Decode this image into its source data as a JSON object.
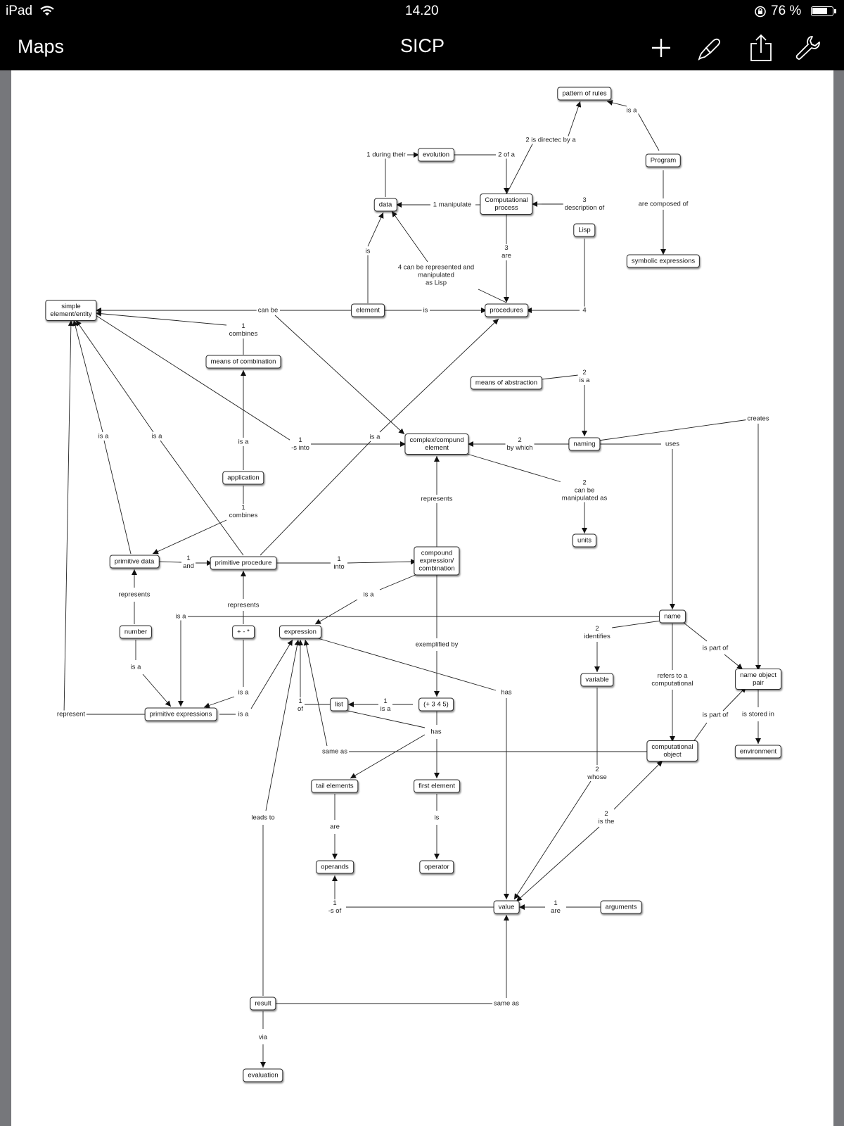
{
  "status_bar": {
    "device": "iPad",
    "time": "14.20",
    "battery_percent": "76 %",
    "battery_level": 0.76
  },
  "nav_bar": {
    "back_label": "Maps",
    "title": "SICP",
    "buttons": [
      "add-icon",
      "brush-icon",
      "share-icon",
      "wrench-icon"
    ]
  },
  "concept_map": {
    "nodes": {
      "pattern_of_rules": "pattern of rules",
      "program": "Program",
      "evolution": "evolution",
      "data": "data",
      "computational_process": "Computational\nprocess",
      "lisp": "Lisp",
      "symbolic_expressions": "symbolic expressions",
      "simple_element": "simple\nelement/entity",
      "element": "element",
      "procedures": "procedures",
      "means_of_combination": "means of combination",
      "means_of_abstraction": "means of abstraction",
      "complex_element": "complex/compund\nelement",
      "naming": "naming",
      "application": "application",
      "units": "units",
      "primitive_data": "primitive data",
      "primitive_procedure": "primitive procedure",
      "compound_expression": "compound\nexpression/\ncombination",
      "number": "number",
      "operators_symbol": "+ - *",
      "expression": "expression",
      "name": "name",
      "variable": "variable",
      "name_object_pair": "name object\npair",
      "primitive_expressions": "primitive expressions",
      "list": "list",
      "example_combination": "(+ 3 4 5)",
      "computational_object": "computational\nobject",
      "environment": "environment",
      "tail_elements": "tail elements",
      "first_element": "first element",
      "operands": "operands",
      "operator": "operator",
      "value": "value",
      "arguments": "arguments",
      "result": "result",
      "evaluation": "evaluation"
    },
    "edge_labels": {
      "is_a_pattern": "is a",
      "directed_by": "2 is directec by a",
      "during_their": "1 during their",
      "of_a": "2 of a",
      "are_composed_of": "are composed of",
      "manipulate": "1 manipulate",
      "description_of": "3\ndescription of",
      "is_data": "is",
      "are_3": "3\nare",
      "represented_as_lisp": "4 can be represented and\nmanipulated\nas Lisp",
      "can_be": "can be",
      "is_element": "is",
      "four": "4",
      "combines_1": "1\ncombines",
      "is_a_abstraction": "2\nis a",
      "is_a_left1": "is a",
      "is_a_left2": "is a",
      "is_a_application": "is a",
      "s_into": "1\n-s into",
      "is_a_procedure": "is a",
      "by_which": "2\nby which",
      "creates": "creates",
      "uses": "uses",
      "manipulated_as": "2\ncan be\nmanipulated as",
      "represents_compound": "represents",
      "combines_2": "1\ncombines",
      "and_1": "1\nand",
      "into_1": "1\ninto",
      "represents_number": "represents",
      "represents_ops": "represents",
      "is_a_expression": "is a",
      "is_a_name": "is a",
      "exemplified_by": "exemplified by",
      "identifies": "2\nidentifies",
      "is_part_of_1": "is part of",
      "refers_to": "refers to a\ncomputational",
      "is_a_number": "is a",
      "is_a_ops": "is a",
      "is_a_primexpr": "is a",
      "represent": "represent",
      "has_value": "has",
      "of_1": "1\nof",
      "is_a_list": "1\nis a",
      "has_list": "has",
      "is_part_of_2": "is part of",
      "is_stored_in": "is stored in",
      "same_as_1": "same as",
      "whose": "2\nwhose",
      "leads_to": "leads to",
      "are_tail": "are",
      "is_first": "is",
      "is_the": "2\nis the",
      "s_of": "1\n-s of",
      "are_args": "1\nare",
      "same_as_2": "same as",
      "via": "via"
    }
  }
}
